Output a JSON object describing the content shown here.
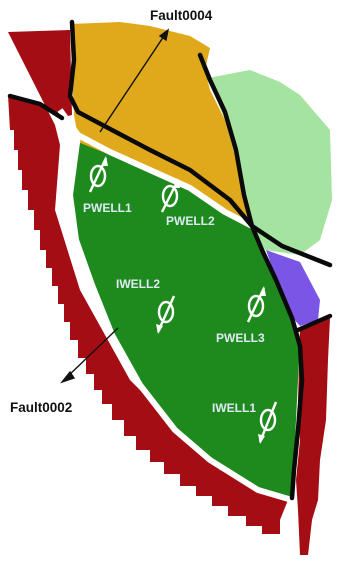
{
  "faults": [
    {
      "id": "fault-0004",
      "label": "Fault0004"
    },
    {
      "id": "fault-0002",
      "label": "Fault0002"
    }
  ],
  "wells": [
    {
      "id": "pwell1",
      "label": "PWELL1",
      "type": "producer"
    },
    {
      "id": "pwell2",
      "label": "PWELL2",
      "type": "producer"
    },
    {
      "id": "iwell2",
      "label": "IWELL2",
      "type": "injector"
    },
    {
      "id": "pwell3",
      "label": "PWELL3",
      "type": "producer"
    },
    {
      "id": "iwell1",
      "label": "IWELL1",
      "type": "injector"
    }
  ],
  "colors": {
    "red_block": "#a50d14",
    "orange_block": "#e0a91c",
    "light_green_block": "#a4e3a0",
    "dark_green_block": "#1e8a1e",
    "purple_block": "#7b55e6",
    "fault_line": "#0a0a0a",
    "boundary": "#ffffff",
    "well_symbol": "#ffffff"
  }
}
